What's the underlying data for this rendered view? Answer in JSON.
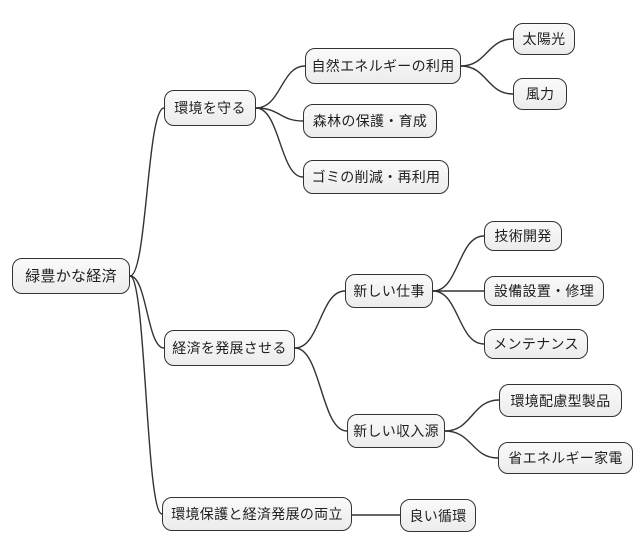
{
  "diagram": {
    "type": "mindmap",
    "direction": "left-to-right"
  },
  "nodes": {
    "root": {
      "label": "緑豊かな経済"
    },
    "protect": {
      "label": "環境を守る"
    },
    "natural_energy": {
      "label": "自然エネルギーの利用"
    },
    "solar": {
      "label": "太陽光"
    },
    "wind": {
      "label": "風力"
    },
    "forest": {
      "label": "森林の保護・育成"
    },
    "waste": {
      "label": "ゴミの削減・再利用"
    },
    "economy": {
      "label": "経済を発展させる"
    },
    "new_jobs": {
      "label": "新しい仕事"
    },
    "tech_dev": {
      "label": "技術開発"
    },
    "equipment": {
      "label": "設備設置・修理"
    },
    "maintenance": {
      "label": "メンテナンス"
    },
    "new_income": {
      "label": "新しい収入源"
    },
    "eco_products": {
      "label": "環境配慮型製品"
    },
    "energy_saving": {
      "label": "省エネルギー家電"
    },
    "balance": {
      "label": "環境保護と経済発展の両立"
    },
    "good_cycle": {
      "label": "良い循環"
    }
  },
  "edges": [
    {
      "from": "root",
      "to": "protect"
    },
    {
      "from": "root",
      "to": "economy"
    },
    {
      "from": "root",
      "to": "balance"
    },
    {
      "from": "protect",
      "to": "natural_energy"
    },
    {
      "from": "protect",
      "to": "forest"
    },
    {
      "from": "protect",
      "to": "waste"
    },
    {
      "from": "natural_energy",
      "to": "solar"
    },
    {
      "from": "natural_energy",
      "to": "wind"
    },
    {
      "from": "economy",
      "to": "new_jobs"
    },
    {
      "from": "economy",
      "to": "new_income"
    },
    {
      "from": "new_jobs",
      "to": "tech_dev"
    },
    {
      "from": "new_jobs",
      "to": "equipment"
    },
    {
      "from": "new_jobs",
      "to": "maintenance"
    },
    {
      "from": "new_income",
      "to": "eco_products"
    },
    {
      "from": "new_income",
      "to": "energy_saving"
    },
    {
      "from": "balance",
      "to": "good_cycle"
    }
  ],
  "colors": {
    "background": "#ffffff",
    "node_fill_top": "#fafafa",
    "node_fill_bottom": "#ececec",
    "node_border": "#333333",
    "connector": "#333333",
    "text": "#1f1f1f"
  }
}
